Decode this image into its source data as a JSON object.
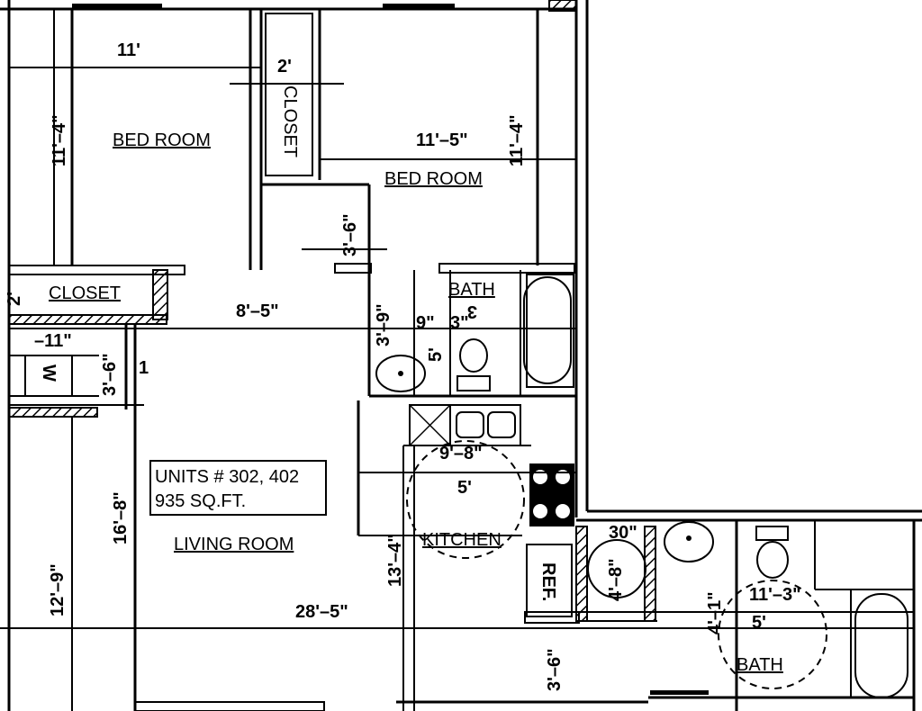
{
  "rooms": {
    "bedroom1": "BED ROOM",
    "bedroom2": "BED ROOM",
    "closet1": "CLOSET",
    "closet2": "CLOSET",
    "bath1": "BATH",
    "bath2": "BATH",
    "living": "LIVING ROOM",
    "kitchen": "KITCHEN",
    "ref": "REF.",
    "washer": "W"
  },
  "info": {
    "units": "UNITS # 302, 402",
    "area": "935 SQ.FT."
  },
  "dimensions": {
    "bed1_width": "11'",
    "bed1_height": "11'–4\"",
    "closet_width": "2'",
    "bed2_width": "11'–5\"",
    "bed2_height": "11'–4\"",
    "door_3_6": "3'–6\"",
    "closet_depth": "2'",
    "hall_width": "8'–5\"",
    "bath_3_9": "3'–9\"",
    "bath_9": "9\"",
    "bath_3": "3\"",
    "bath_3b": "3",
    "bath_5": "5'",
    "laundry_11": "–11\"",
    "laundry_3_6": "3'–6\"",
    "laundry_1": "1",
    "kitchen_9_8": "9'–8\"",
    "kitchen_5": "5'",
    "living_16_8": "16'–8\"",
    "living_12_9": "12'–9\"",
    "kitchen_13_4": "13'–4\"",
    "total_28_5": "28'–5\"",
    "closet_30": "30\"",
    "closet_4_8": "4'–8\"",
    "bath2_11_3": "11'–3\"",
    "bath2_5": "5'",
    "bath2_4_1": "4'–1\"",
    "hall_3_6": "3'–6\""
  }
}
